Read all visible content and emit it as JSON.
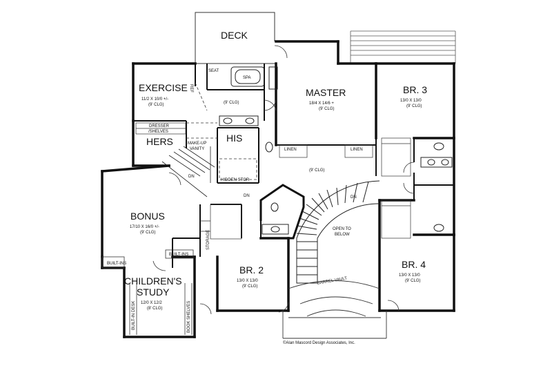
{
  "rooms": {
    "deck": {
      "name": "DECK"
    },
    "exercise": {
      "name": "EXERCISE",
      "size": "11/2 X 10/0 +/-",
      "ceiling": "(9' CLG)"
    },
    "master": {
      "name": "MASTER",
      "size": "18/4 X 14/6 +",
      "ceiling": "(9' CLG)"
    },
    "br3": {
      "name": "BR. 3",
      "size": "13/0 X 13/0",
      "ceiling": "(9' CLG)"
    },
    "hers": {
      "name": "HERS"
    },
    "his": {
      "name": "HIS"
    },
    "bonus": {
      "name": "BONUS",
      "size": "17/10 X 16/0 +/-",
      "ceiling": "(9' CLG)"
    },
    "br2": {
      "name": "BR. 2",
      "size": "13/0 X 13/0",
      "ceiling": "(9' CLG)"
    },
    "br4": {
      "name": "BR. 4",
      "size": "13/0 X 13/0",
      "ceiling": "(9' CLG)"
    },
    "study": {
      "name_line1": "CHILDREN'S",
      "name_line2": "STUDY",
      "size": "12/0 X 12/2",
      "ceiling": "(8' CLG)"
    }
  },
  "labels": {
    "spa": "SPA",
    "seat": "SEAT",
    "ref": "REF",
    "dresser": "DRESSER",
    "shelves": "/SHELVES",
    "makeup": "MAKE-UP",
    "vanity": "VANITY",
    "hdden_stor": "HIDDEN STOR",
    "linen_left": "LINEN",
    "linen_right": "LINEN",
    "hall_ceiling": "(9' CLG)",
    "master_bath_ceiling": "(9' CLG)",
    "dn_left": "DN",
    "dn_center": "DN",
    "dn_stair": "DN",
    "open_to": "OPEN TO",
    "below": "BELOW",
    "barrel_vault": "BARREL VAULT",
    "storage": "STORAGE",
    "built_ins_left": "BUILT-INS",
    "built_ins_right": "BUILT-INS",
    "built_in_desk": "BUILT-IN DESK",
    "book_shelves": "BOOK SHELVES"
  },
  "copyright": "©Alan Mascord Design Associates, Inc."
}
